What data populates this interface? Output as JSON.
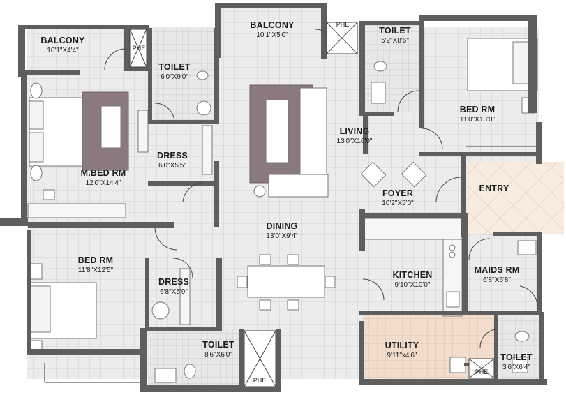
{
  "rooms": {
    "balcony_left": {
      "name": "BALCONY",
      "dim": "10'1\"X4'4\""
    },
    "balcony_top": {
      "name": "BALCONY",
      "dim": "10'1\"X5'0\""
    },
    "toilet_master": {
      "name": "TOILET",
      "dim": "6'0\"X9'0\""
    },
    "toilet_top_right": {
      "name": "TOILET",
      "dim": "5'2\"X8'6\""
    },
    "bed_rm_right": {
      "name": "BED RM",
      "dim": "11'0\"X13'0\""
    },
    "living": {
      "name": "LIVING",
      "dim": "13'0\"X16'0\""
    },
    "dress_master": {
      "name": "DRESS",
      "dim": "6'0\"X5'5\""
    },
    "master_bed": {
      "name": "M.BED RM",
      "dim": "12'0\"X14'4\""
    },
    "foyer": {
      "name": "FOYER",
      "dim": "10'2\"X5'0\""
    },
    "entry": {
      "name": "ENTRY",
      "dim": ""
    },
    "dining": {
      "name": "DINING",
      "dim": "13'0\"X9'4\""
    },
    "bed_rm_left": {
      "name": "BED RM",
      "dim": "11'8\"X12'5\""
    },
    "kitchen": {
      "name": "KITCHEN",
      "dim": "9'10\"X10'0\""
    },
    "maids_rm": {
      "name": "MAIDS RM",
      "dim": "6'8\"X6'8\""
    },
    "dress_lower": {
      "name": "DRESS",
      "dim": "6'8\"X5'9\""
    },
    "toilet_lower": {
      "name": "TOILET",
      "dim": "8'6\"X6'0\""
    },
    "utility": {
      "name": "UTILITY",
      "dim": "9'11\"x4'6\""
    },
    "toilet_maid": {
      "name": "TOILET",
      "dim": "3'6\"X6'4\""
    }
  },
  "shafts": [
    "PHE",
    "PHE",
    "PHE",
    "PHE"
  ],
  "colors": {
    "wall": "#5e5e5e",
    "floor_tile": "#ececec",
    "grid": "#c8c8c8",
    "rug": "#8a7a7e",
    "utility_floor": "#f2dccb",
    "entry_floor": "#f7ecdf"
  }
}
